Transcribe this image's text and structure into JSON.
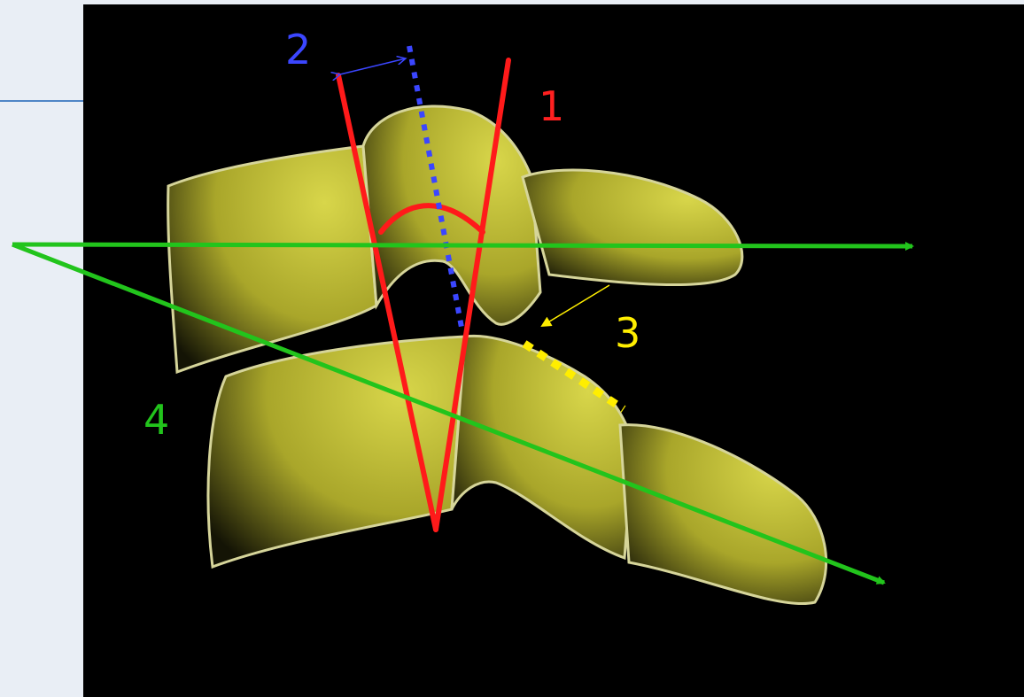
{
  "figure": {
    "background_color": "#000000",
    "panel_color": "#e9eef5",
    "rule_color": "#4f86c6",
    "bone_color": "#c9c63c",
    "labels": {
      "one": {
        "text": "1",
        "color": "#ff2020"
      },
      "two": {
        "text": "2",
        "color": "#3b46ff"
      },
      "three": {
        "text": "3",
        "color": "#ffee00"
      },
      "four": {
        "text": "4",
        "color": "#22c41c"
      }
    }
  }
}
